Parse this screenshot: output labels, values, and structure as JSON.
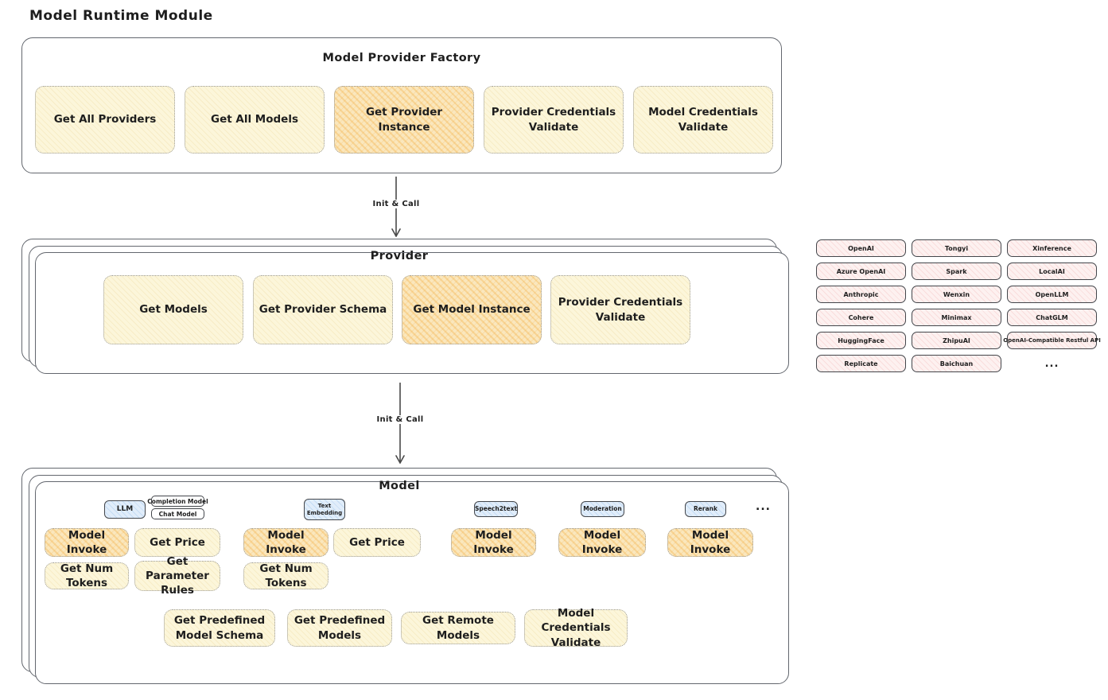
{
  "page_title": "Model Runtime Module",
  "colors": {
    "yellow_fill": "#fcf6da",
    "orange_fill": "#fae7bd",
    "pink_fill": "#fdf1f0",
    "blue_fill": "#e1edfa",
    "border_gray": "#63676e"
  },
  "factory": {
    "title": "Model Provider Factory",
    "nodes": [
      "Get All Providers",
      "Get All Models",
      "Get Provider Instance",
      "Provider Credentials Validate",
      "Model Credentials Validate"
    ]
  },
  "arrows": {
    "first": "Init & Call",
    "second": "Init & Call"
  },
  "provider": {
    "title": "Provider",
    "nodes": [
      "Get Models",
      "Get Provider Schema",
      "Get Model Instance",
      "Provider Credentials Validate"
    ]
  },
  "providers_grid": {
    "items": [
      "OpenAI",
      "Tongyi",
      "Xinference",
      "Azure OpenAI",
      "Spark",
      "LocalAI",
      "Anthropic",
      "Wenxin",
      "OpenLLM",
      "Cohere",
      "Minimax",
      "ChatGLM",
      "HuggingFace",
      "ZhipuAI",
      "OpenAI-Compatible Restful API",
      "Replicate",
      "Baichuan",
      "..."
    ]
  },
  "model": {
    "title": "Model",
    "tags": {
      "llm": "LLM",
      "completion": "Completion Model",
      "chat": "Chat Model",
      "text_embedding": "Text Embedding",
      "speech2text": "Speech2text",
      "moderation": "Moderation",
      "rerank": "Rerank",
      "more": "..."
    },
    "functions": {
      "model_invoke": "Model Invoke",
      "get_price": "Get Price",
      "get_num_tokens": "Get Num Tokens",
      "get_parameter_rules": "Get Parameter Rules"
    },
    "bottom": [
      "Get Predefined Model Schema",
      "Get Predefined Models",
      "Get Remote Models",
      "Model Credentials Validate"
    ]
  }
}
